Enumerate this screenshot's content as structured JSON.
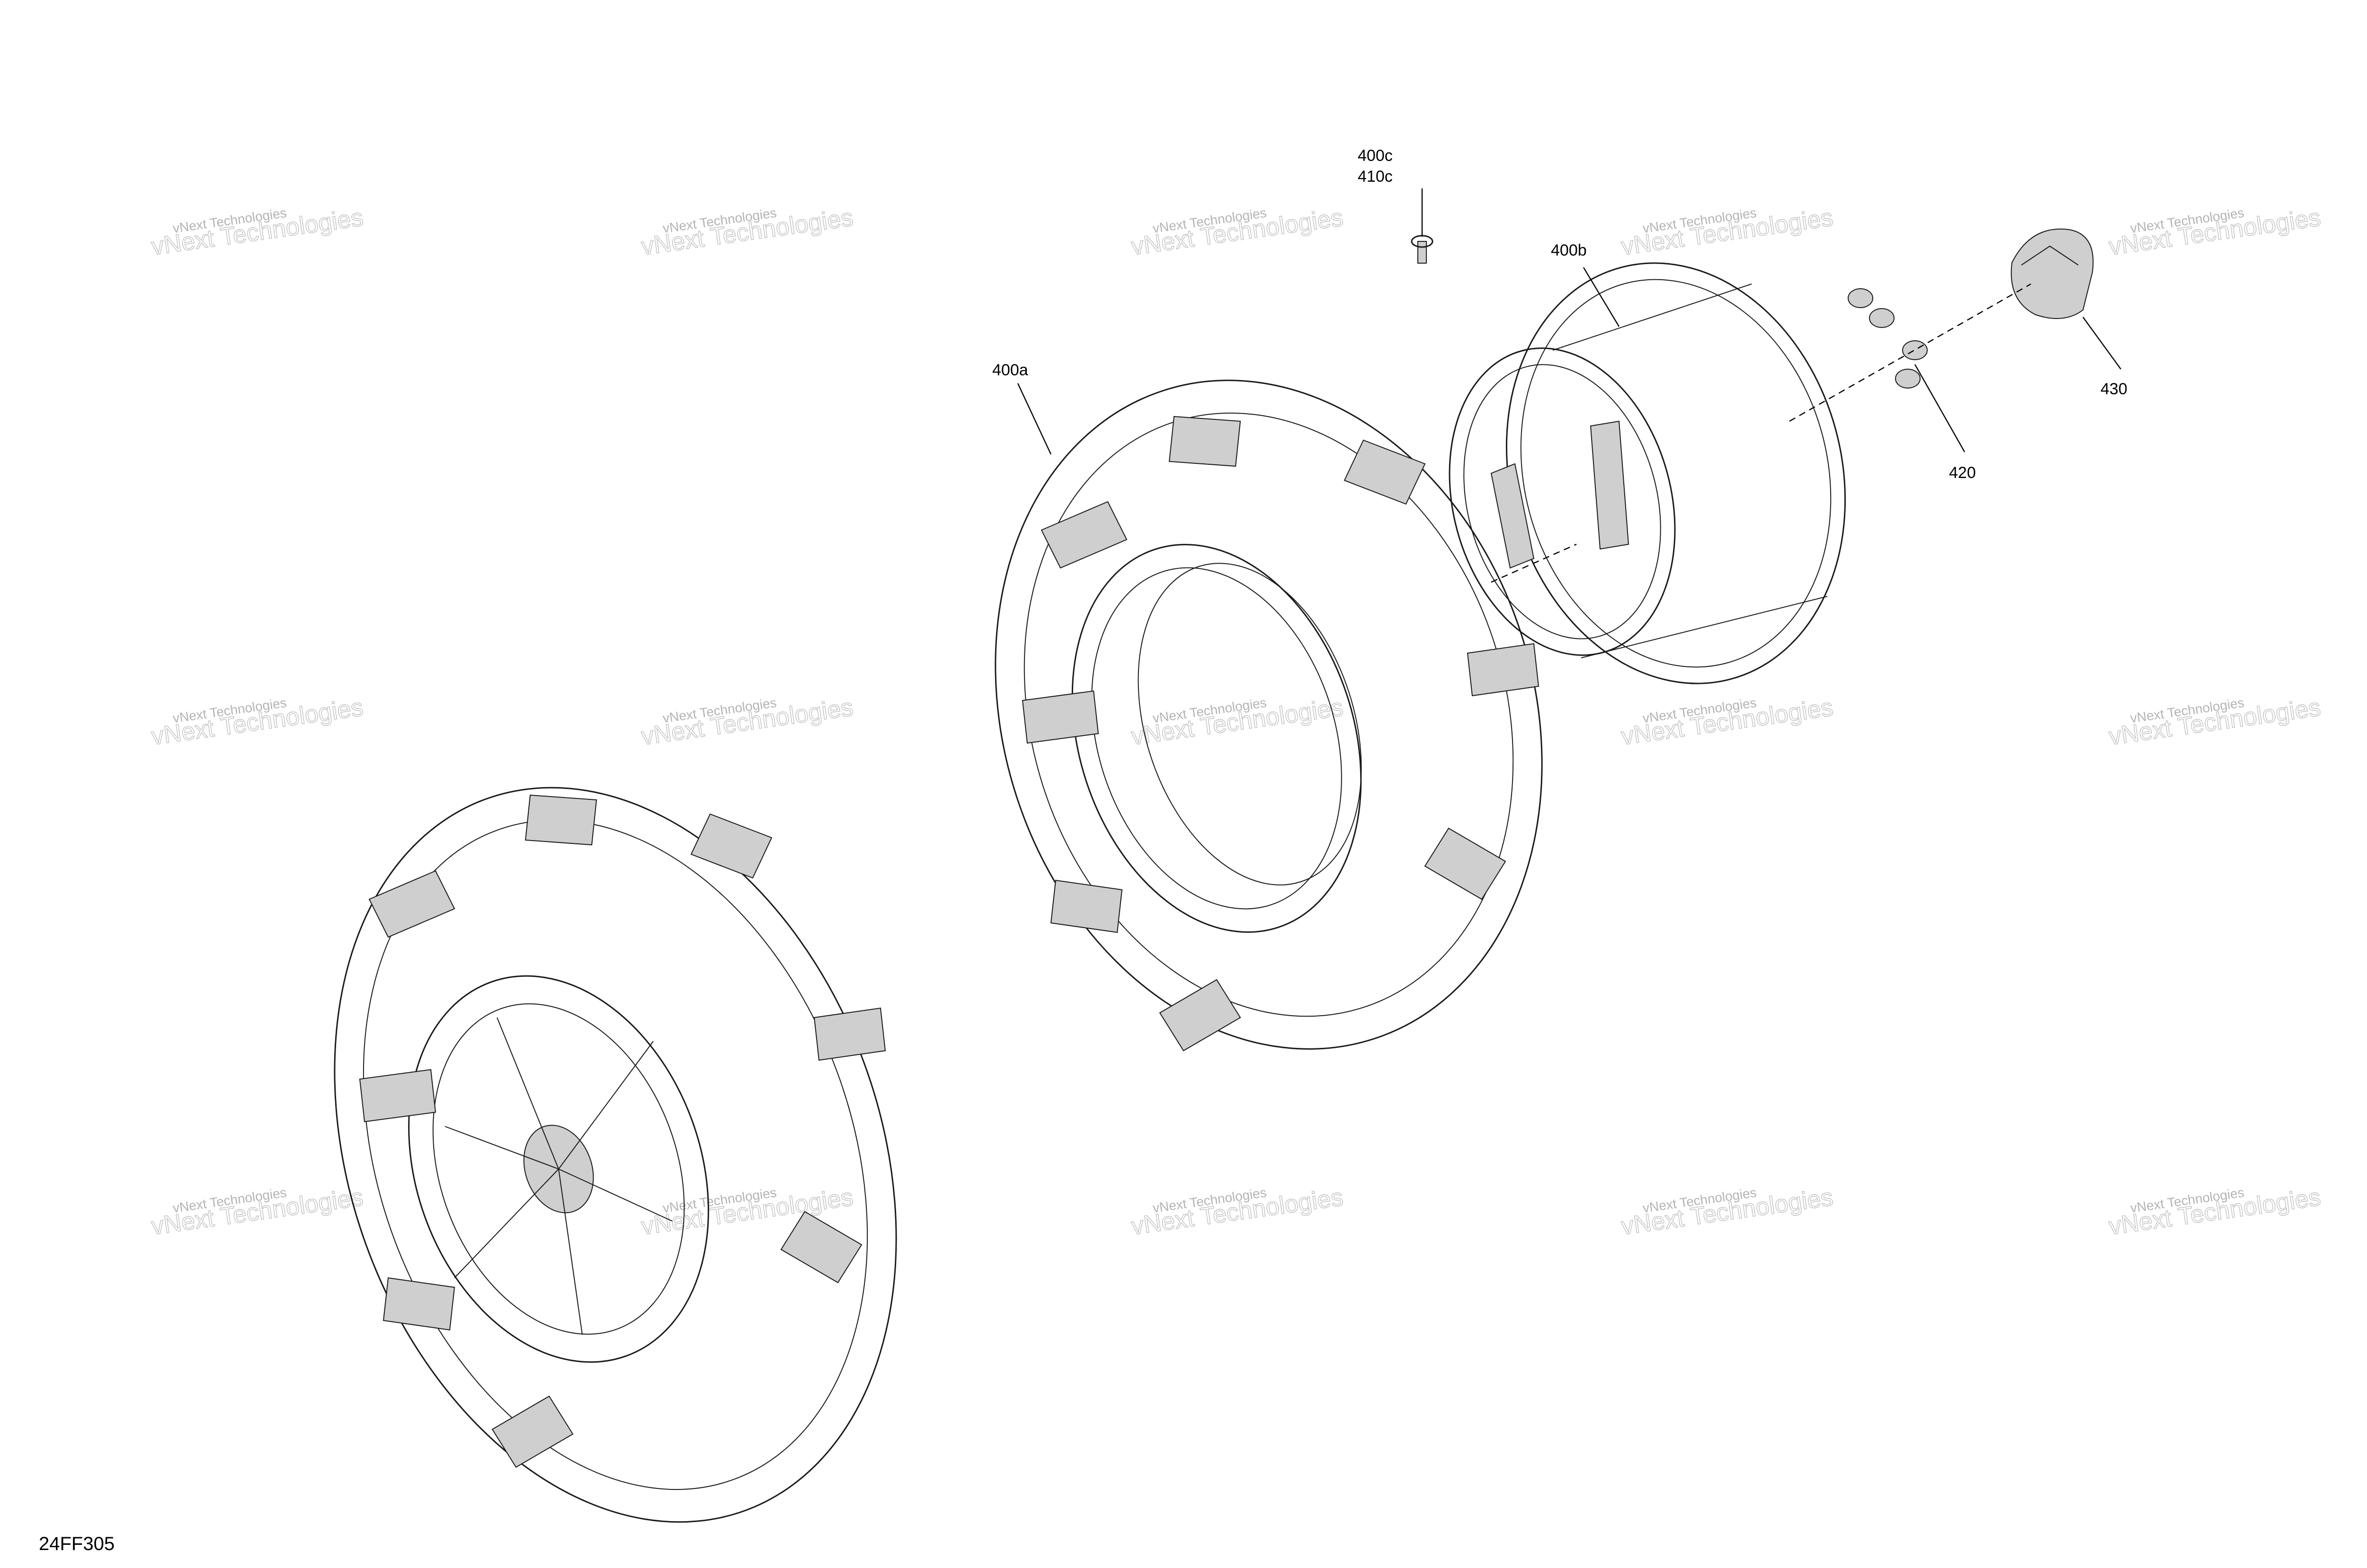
{
  "callouts": {
    "c400c": "400c",
    "c410c": "410c",
    "c400b": "400b",
    "c400a": "400a",
    "c430": "430",
    "c420": "420"
  },
  "figure_id": "24FF305",
  "watermark": {
    "line1": "vNext Technologies",
    "line2": "vNext Technologies"
  }
}
